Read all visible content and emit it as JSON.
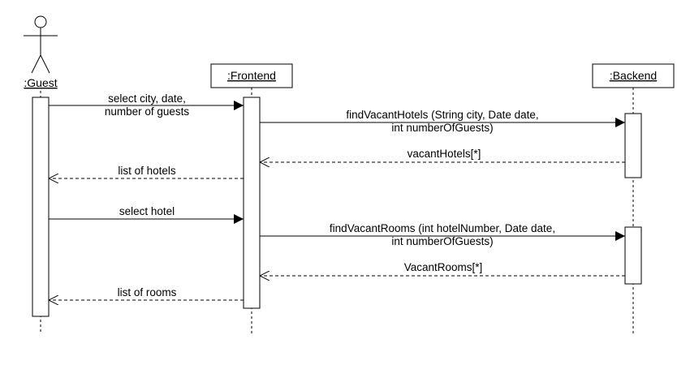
{
  "participants": {
    "guest": {
      "name": ":Guest"
    },
    "frontend": {
      "name": ":Frontend"
    },
    "backend": {
      "name": ":Backend"
    }
  },
  "messages": [
    {
      "lines": [
        "select city, date,",
        "number of guests"
      ],
      "from": "guest",
      "to": "frontend",
      "kind": "sync"
    },
    {
      "lines": [
        "findVacantHotels (String city, Date date,",
        "int numberOfGuests)"
      ],
      "from": "frontend",
      "to": "backend",
      "kind": "sync"
    },
    {
      "lines": [
        "vacantHotels[*]"
      ],
      "from": "backend",
      "to": "frontend",
      "kind": "return"
    },
    {
      "lines": [
        "list of hotels"
      ],
      "from": "frontend",
      "to": "guest",
      "kind": "return"
    },
    {
      "lines": [
        "select hotel"
      ],
      "from": "guest",
      "to": "frontend",
      "kind": "sync"
    },
    {
      "lines": [
        "findVacantRooms (int hotelNumber, Date date,",
        "int numberOfGuests)"
      ],
      "from": "frontend",
      "to": "backend",
      "kind": "sync"
    },
    {
      "lines": [
        "VacantRooms[*]"
      ],
      "from": "backend",
      "to": "frontend",
      "kind": "return"
    },
    {
      "lines": [
        "list of rooms"
      ],
      "from": "frontend",
      "to": "guest",
      "kind": "return"
    }
  ]
}
